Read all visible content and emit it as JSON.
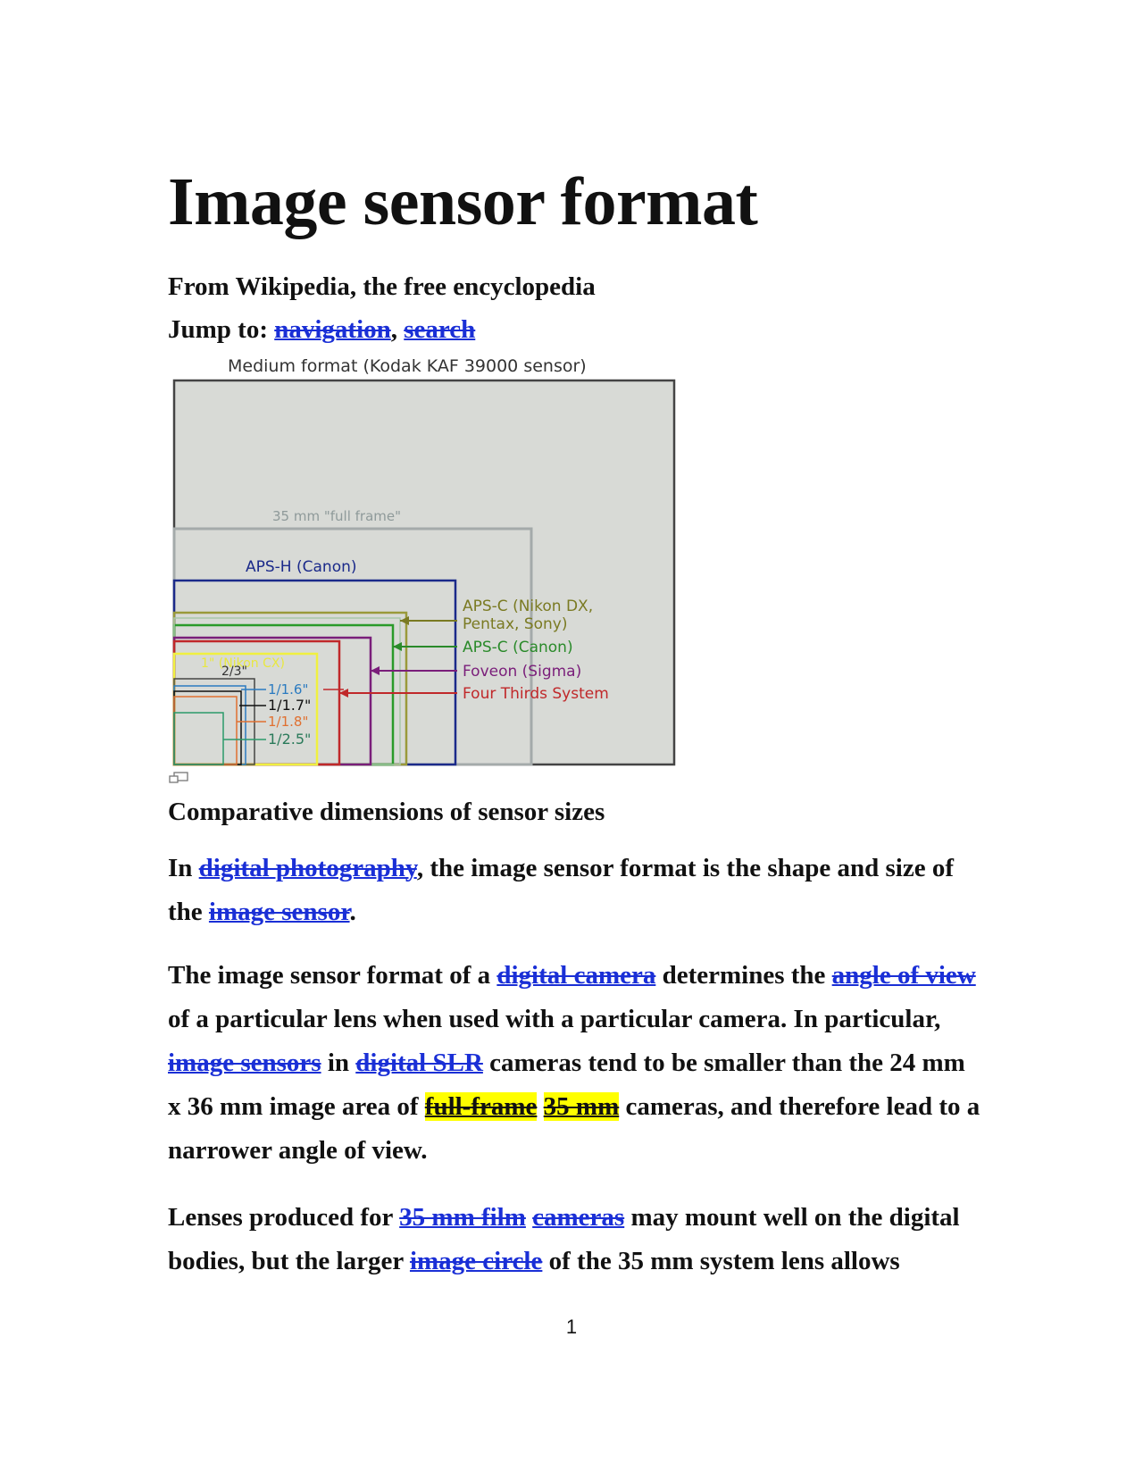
{
  "title": "Image sensor format",
  "subtitle": "From Wikipedia, the free encyclopedia",
  "jump": {
    "prefix": "Jump to:",
    "links": [
      "navigation",
      "search"
    ],
    "separator": ","
  },
  "figure": {
    "labels": {
      "medium_format": "Medium format (Kodak KAF 39000 sensor)",
      "full_frame": "35 mm \"full frame\"",
      "aps_h": "APS-H (Canon)",
      "aps_c_nikon_1": "APS-C (Nikon DX,",
      "aps_c_nikon_2": "Pentax, Sony)",
      "aps_c_canon": "APS-C (Canon)",
      "foveon": "Foveon (Sigma)",
      "four_thirds": "Four Thirds System",
      "one_inch": "1\" (Nikon CX)",
      "two_thirds": "2/3\"",
      "s_1_1_6": "1/1.6\"",
      "s_1_1_7": "1/1.7\"",
      "s_1_1_8": "1/1.8\"",
      "s_1_2_5": "1/2.5\""
    },
    "caption": "Comparative dimensions of sensor sizes",
    "colors": {
      "medium": "#555555",
      "full_frame": "#9aa0a0",
      "aps_h": "#1b2a8a",
      "aps_c_nikon": "#7a7a22",
      "aps_c_canon": "#2a8a2a",
      "foveon": "#7a1e7a",
      "four_thirds": "#c0282a",
      "one_inch": "#e6e62a"
    }
  },
  "paragraphs": {
    "p1": {
      "t1": "In ",
      "l1": "digital photography",
      "t2": ", the image sensor format is the shape and size of the ",
      "l2": "image sensor",
      "t3": "."
    },
    "p2": {
      "t1": "The image sensor format of a ",
      "l1": "digital camera",
      "t2": " determines the ",
      "l2": "angle of view",
      "t3": " of a particular lens when used with a particular camera. In particular, ",
      "l3": "image sensors",
      "t4": " in ",
      "l4": "digital SLR",
      "t5": " cameras tend to be smaller than the 24 mm x 36 mm image area of ",
      "h1": "full-frame",
      "t6": " ",
      "h2": "35 mm",
      "t7": " cameras, and therefore lead to a narrower angle of view."
    },
    "p3": {
      "t1": "Lenses produced for ",
      "l1": "35 mm film",
      "t2": " ",
      "l2": "cameras",
      "t3": " may mount well on the digital bodies, but the larger ",
      "l3": "image circle",
      "t4": " of the 35 mm system lens allows"
    }
  },
  "page_number": "1"
}
